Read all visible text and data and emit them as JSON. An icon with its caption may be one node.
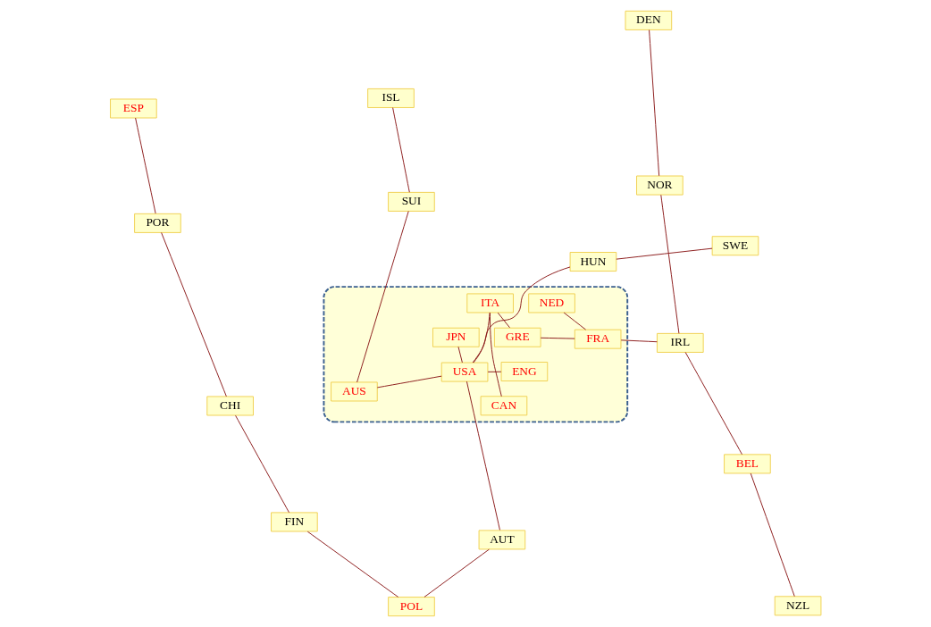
{
  "diagram": {
    "nodes": [
      {
        "text": [
          "NZL"
        ]
      },
      {
        "text": [
          "BEL"
        ]
      },
      {
        "text": [
          "DEN"
        ]
      },
      {
        "text": [
          "IRL"
        ]
      },
      {
        "text": [
          "NOR"
        ]
      },
      {
        "text": [],
        "shape": "cloud"
      },
      {
        "text": [
          "FRA"
        ],
        "in": 5
      },
      {
        "text": [
          "GRE"
        ],
        "in": 5
      },
      {
        "text": [
          "ENG"
        ],
        "in": 5
      },
      {
        "text": [
          "SWE"
        ]
      },
      {
        "text": [
          "HUN"
        ]
      },
      {
        "text": [
          "NED"
        ],
        "in": 5
      },
      {
        "text": [
          "ITA"
        ],
        "in": 5
      },
      {
        "text": [
          "USA"
        ],
        "in": 5
      },
      {
        "text": [
          "JPN"
        ],
        "in": 5
      },
      {
        "text": [
          "AUS"
        ],
        "in": 5
      },
      {
        "text": [
          "AUT"
        ]
      },
      {
        "text": [
          "CAN"
        ],
        "in": 5
      },
      {
        "text": [
          "SUI"
        ]
      },
      {
        "text": [
          "POL"
        ]
      },
      {
        "text": [
          "FIN"
        ]
      },
      {
        "text": [
          "ISL"
        ]
      },
      {
        "text": [
          "CHI"
        ]
      },
      {
        "text": [
          "POR"
        ]
      },
      {
        "text": [
          "ESP"
        ]
      }
    ],
    "edges": [
      {
        "from": 0,
        "to": 1,
        "arrow": "none"
      },
      {
        "from": 1,
        "to": 3,
        "arrow": "none"
      },
      {
        "from": 2,
        "to": 4,
        "arrow": "none"
      },
      {
        "from": 4,
        "to": 3,
        "arrow": "none"
      },
      {
        "from": 3,
        "to": 6,
        "arrow": "none"
      },
      {
        "from": 6,
        "to": 7,
        "arrow": "none"
      },
      {
        "from": 6,
        "to": 11,
        "arrow": "none"
      },
      {
        "from": 7,
        "to": 12,
        "arrow": "none"
      },
      {
        "from": 12,
        "to": 17,
        "arrow": "none"
      },
      {
        "from": 12,
        "to": 13,
        "arrow": "none"
      },
      {
        "from": 8,
        "to": 13,
        "arrow": "none"
      },
      {
        "from": 13,
        "to": 10,
        "arrow": "none"
      },
      {
        "from": 10,
        "to": 9,
        "arrow": "none"
      },
      {
        "from": 13,
        "to": 14,
        "arrow": "none"
      },
      {
        "from": 13,
        "to": 15,
        "arrow": "none"
      },
      {
        "from": 13,
        "to": 16,
        "arrow": "none"
      },
      {
        "from": 15,
        "to": 18,
        "arrow": "none"
      },
      {
        "from": 18,
        "to": 21,
        "arrow": "none"
      },
      {
        "from": 16,
        "to": 19,
        "arrow": "none"
      },
      {
        "from": 19,
        "to": 20,
        "arrow": "none"
      },
      {
        "from": 20,
        "to": 22,
        "arrow": "none"
      },
      {
        "from": 22,
        "to": 23,
        "arrow": "none"
      },
      {
        "from": 23,
        "to": 24,
        "arrow": "none"
      }
    ]
  }
}
